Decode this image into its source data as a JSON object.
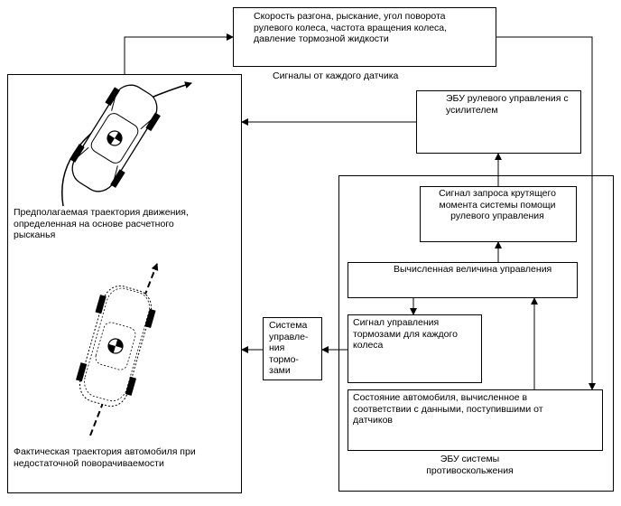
{
  "sensor_box": {
    "text": "Скорость разгона, рыскание, угол поворота\nрулевого колеса, частота вращения колеса,\nдавление тормозной жидкости"
  },
  "sensor_caption": "Сигналы от каждого датчика",
  "eps_ecu": {
    "text": "ЭБУ рулевого управления с\nусилителем"
  },
  "torque_request": {
    "text": "Сигнал запроса крутящего\nмомента системы помощи\nрулевого управления"
  },
  "computed_value": {
    "text": "Вычисленная величина управления"
  },
  "brake_signal": {
    "text": "Сигнал управления\nтормозами для каждого\nколеса"
  },
  "vehicle_state": {
    "text": "Состояние автомобиля, вычисленное в\nсоответствии с данными, поступившими от\nдатчиков"
  },
  "collision_ecu_caption": "ЭБУ системы\nпротивоскольжения",
  "brake_system": {
    "text": "Система\nуправле-\nния\nтормо-\nзами"
  },
  "predicted_caption": "Предполагаемая траектория движения,\nопределенная на основе расчетного\nрысканья",
  "actual_caption": "Фактическая траектория автомобиля при\nнедостаточной поворачиваемости"
}
